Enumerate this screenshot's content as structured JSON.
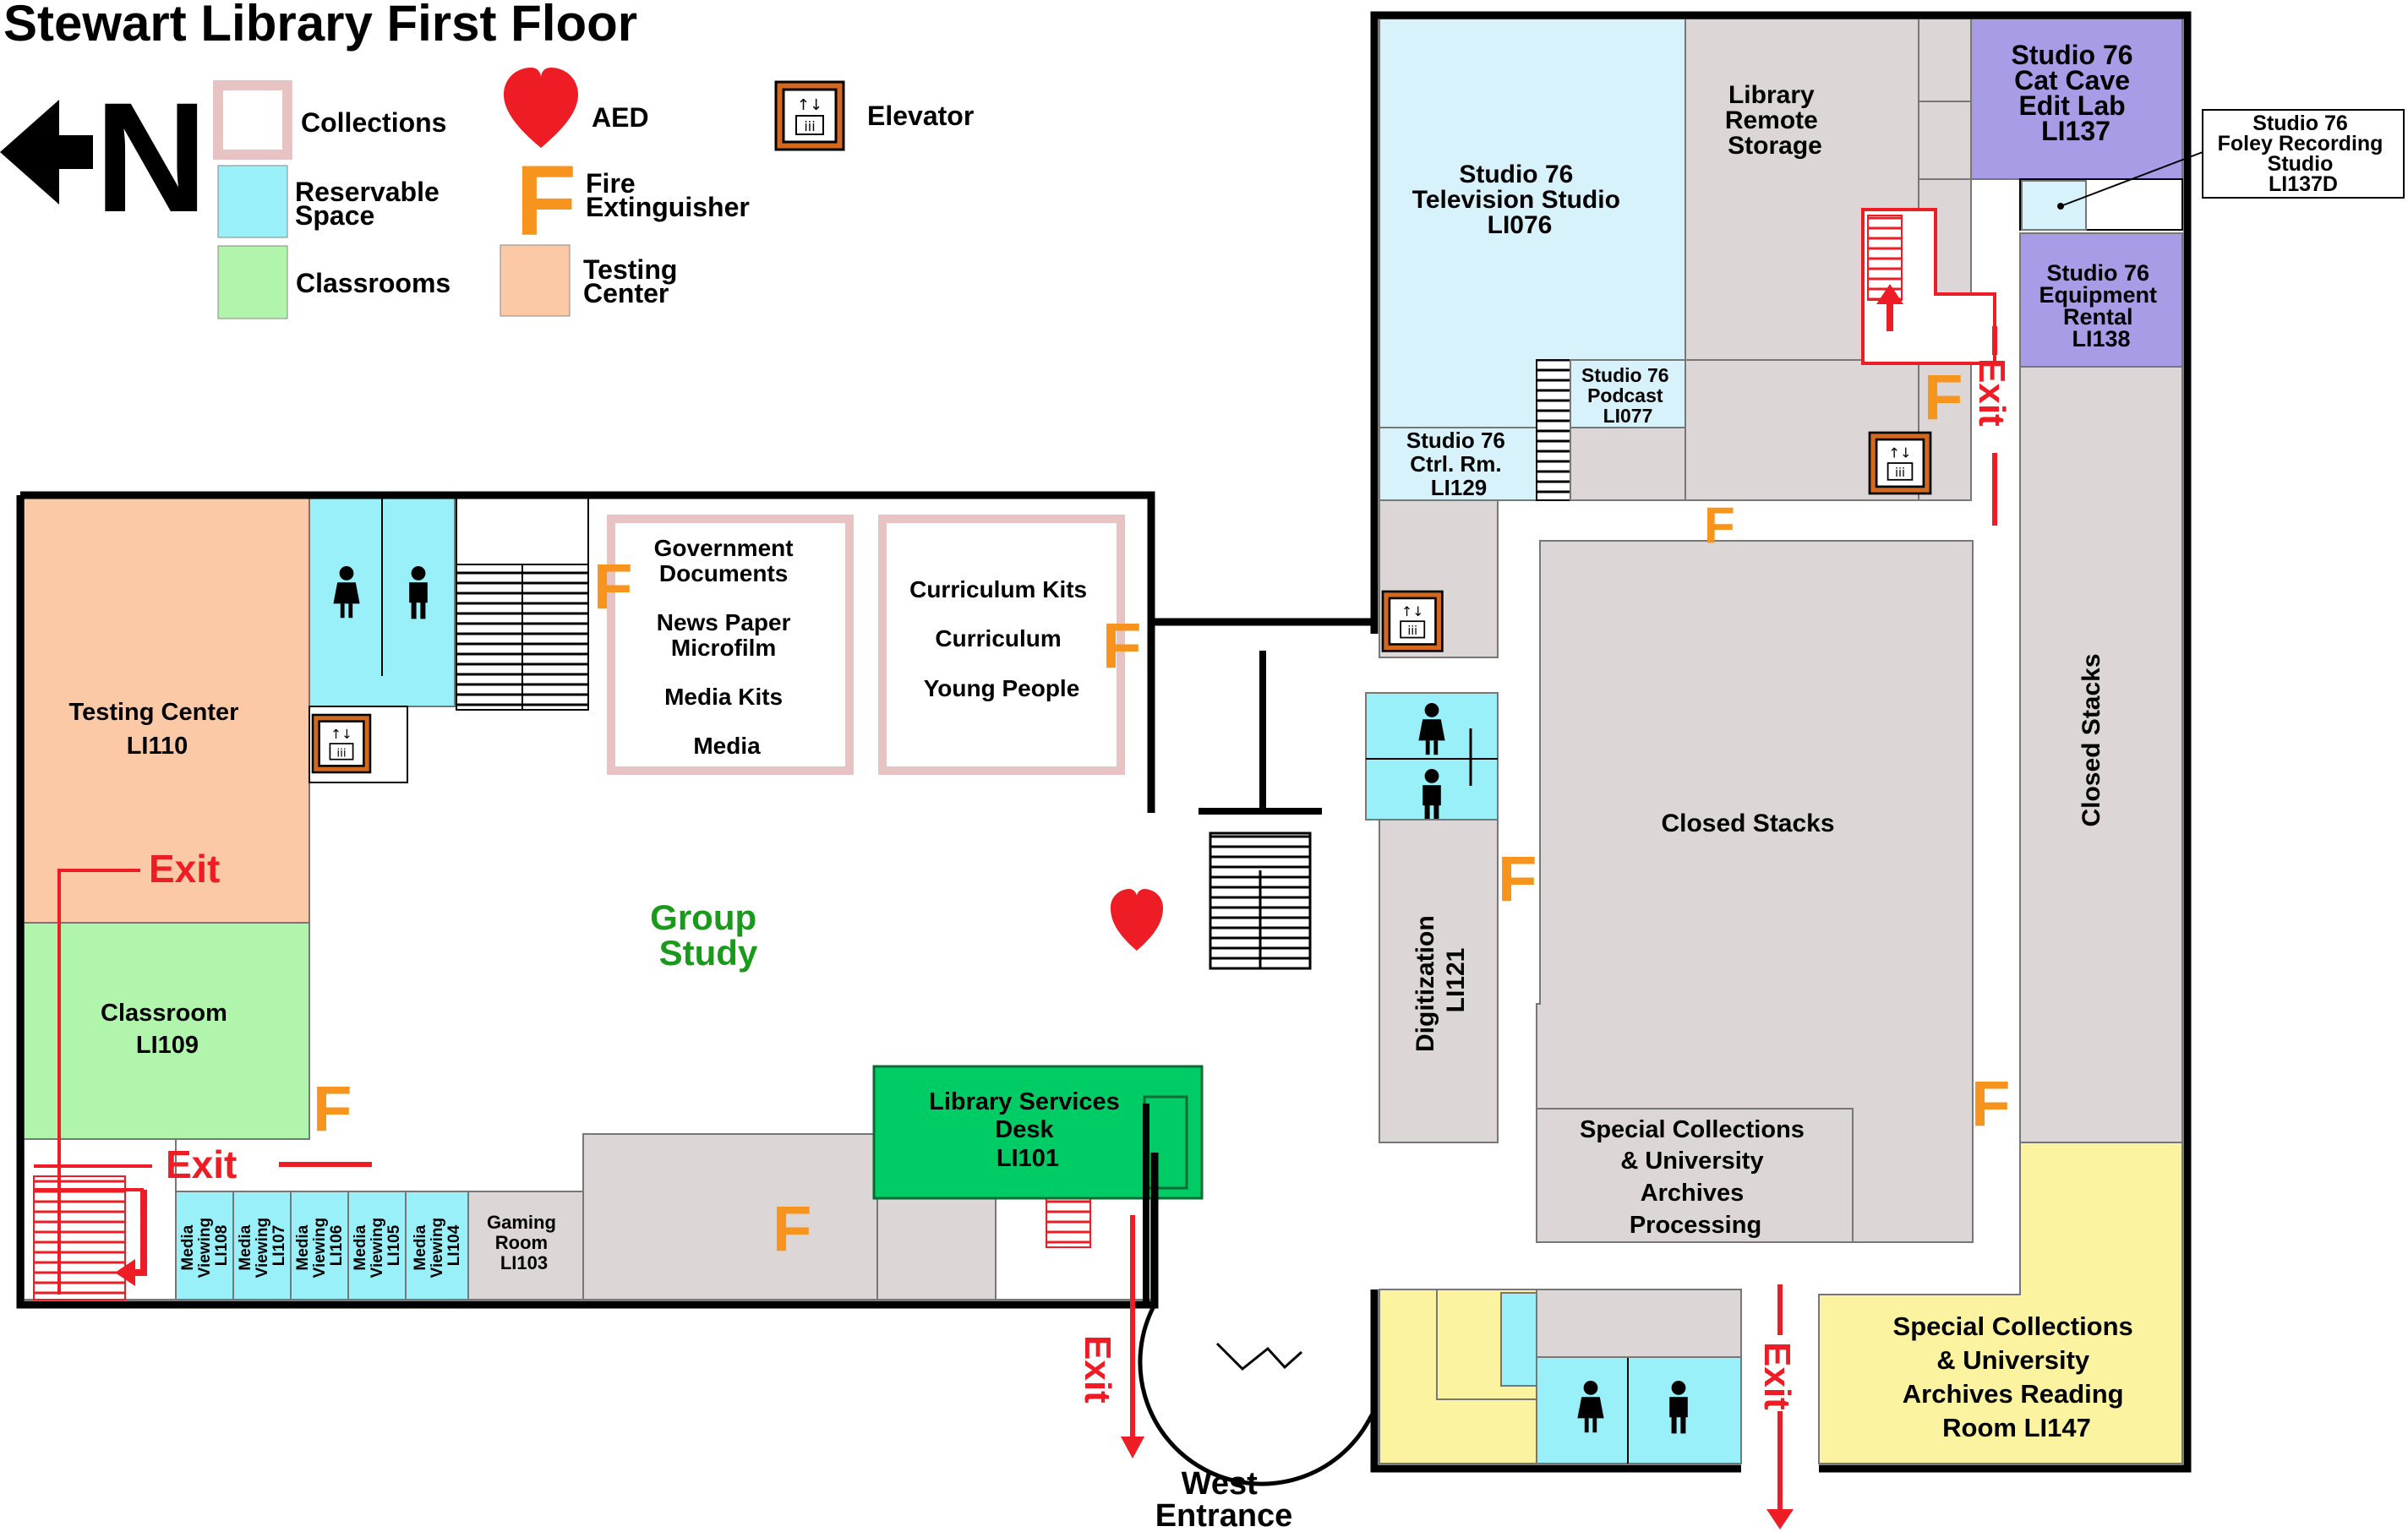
{
  "title": "Stewart Library First Floor",
  "legend": {
    "north": "N",
    "collections": "Collections",
    "reservable": [
      "Reservable",
      "Space"
    ],
    "classrooms": "Classrooms",
    "aed": "AED",
    "fire": [
      "Fire",
      "Extinguisher"
    ],
    "testing": [
      "Testing",
      "Center"
    ],
    "elevator": "Elevator"
  },
  "fire_glyph": "F",
  "rooms": {
    "testing_center": [
      "Testing Center",
      "LI110"
    ],
    "classroom": [
      "Classroom",
      "LI109"
    ],
    "gov_docs": [
      "Government",
      "Documents",
      "News Paper",
      "Microfilm",
      "Media Kits",
      "Media"
    ],
    "curriculum": [
      "Curriculum Kits",
      "Curriculum",
      "Young People"
    ],
    "group_study": [
      "Group",
      "Study"
    ],
    "library_services": [
      "Library Services",
      "Desk",
      "LI101"
    ],
    "gaming": [
      "Gaming",
      "Room",
      "LI103"
    ],
    "media_viewing": [
      [
        "Media",
        "Viewing",
        "LI108"
      ],
      [
        "Media",
        "Viewing",
        "LI107"
      ],
      [
        "Media",
        "Viewing",
        "LI106"
      ],
      [
        "Media",
        "Viewing",
        "LI105"
      ],
      [
        "Media",
        "Viewing",
        "LI104"
      ]
    ],
    "tv_studio": [
      "Studio 76",
      "Television Studio",
      "LI076"
    ],
    "remote_storage": [
      "Library",
      "Remote",
      "Storage"
    ],
    "cat_cave": [
      "Studio 76",
      "Cat Cave",
      "Edit Lab",
      "LI137"
    ],
    "foley": [
      "Studio 76",
      "Foley Recording",
      "Studio",
      "LI137D"
    ],
    "equipment": [
      "Studio 76",
      "Equipment",
      "Rental",
      "LI138"
    ],
    "podcast": [
      "Studio 76",
      "Podcast",
      "LI077"
    ],
    "ctrl_rm": [
      "Studio 76",
      "Ctrl. Rm.",
      "LI129"
    ],
    "closed_stacks_center": "Closed Stacks",
    "closed_stacks_east": "Closed Stacks",
    "digitization": [
      "Digitization",
      "LI121"
    ],
    "special_processing": [
      "Special Collections",
      "& University",
      "Archives",
      "Processing"
    ],
    "special_reading": [
      "Special Collections",
      "& University",
      "Archives Reading",
      "Room LI147"
    ],
    "west_entrance": [
      "West",
      "Entrance"
    ]
  },
  "exit_label": "Exit",
  "colors": {
    "collections_border": "#e8c3c3",
    "reservable": "#99f0f8",
    "classroom": "#b1f5ac",
    "testing": "#fbc9a5",
    "studio_light": "#d8f2fb",
    "studio_purple": "#a99ce6",
    "stacks": "#dcd6d6",
    "special": "#fbf3a0",
    "services": "#00cc66",
    "exit_red": "#ee1c24",
    "fire_orange": "#f7941d",
    "group_green": "#1a9a1a"
  }
}
